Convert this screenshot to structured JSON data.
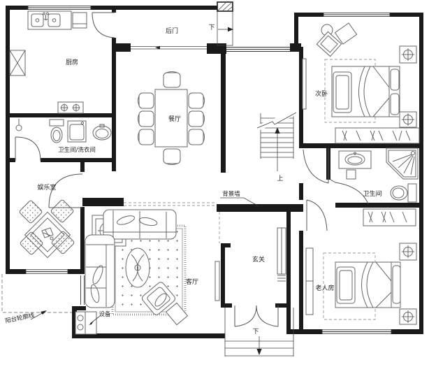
{
  "labels": {
    "kitchen": "厨房",
    "back_door": "后门",
    "dining": "餐厅",
    "bedroom2": "次卧",
    "bath_laundry": "卫生间/洗衣间",
    "entertainment": "娱乐室",
    "bathroom": "卫生间",
    "living": "客厅",
    "foyer": "玄关",
    "elder_room": "老人房",
    "background_wall": "背景墙",
    "balcony_outline": "阳台轮廓线",
    "equipment": "设备",
    "up": "上",
    "down": "下"
  },
  "colors": {
    "wall": "#1a1a1a",
    "furniture_line": "#666666",
    "dashed_line": "#888888",
    "text": "#222222",
    "background": "#ffffff"
  }
}
